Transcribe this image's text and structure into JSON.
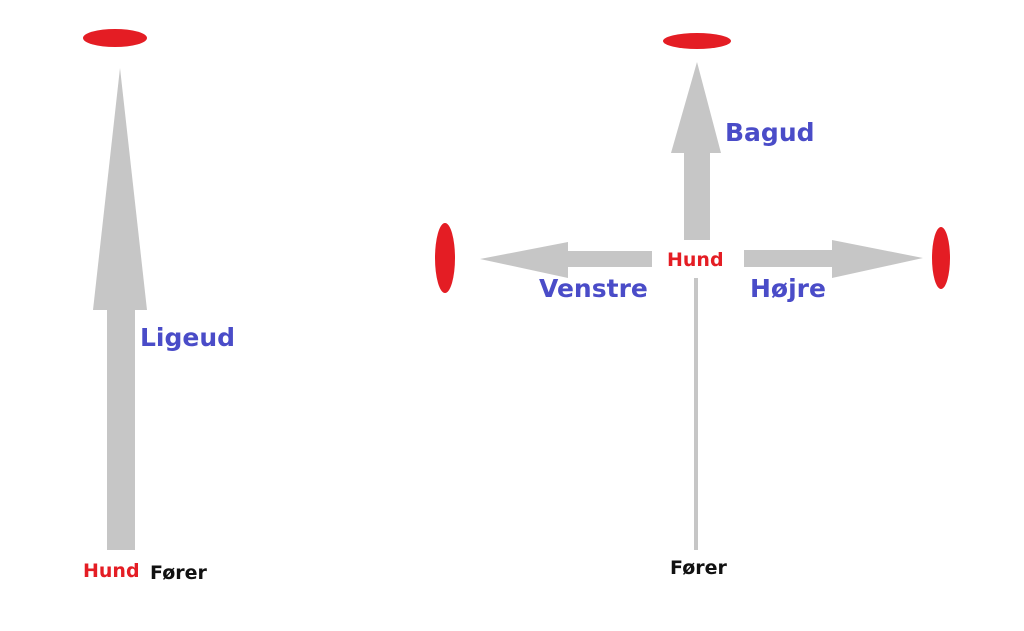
{
  "colors": {
    "arrow": "#c6c6c6",
    "target": "#e41d24",
    "direction_text": "#4a4cc8",
    "dog_text": "#e41d24",
    "handler_text": "#111111"
  },
  "left_diagram": {
    "direction_label": "Ligeud",
    "dog_label": "Hund",
    "handler_label": "Fører"
  },
  "right_diagram": {
    "back_label": "Bagud",
    "left_label": "Venstre",
    "right_label": "Højre",
    "dog_label": "Hund",
    "handler_label": "Fører"
  }
}
